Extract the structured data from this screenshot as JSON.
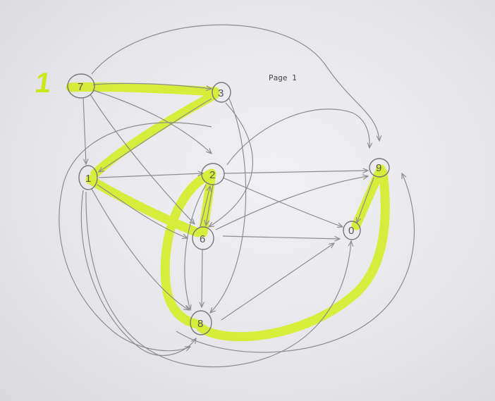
{
  "page_label": "Page 1",
  "highlight_label": "1",
  "colors": {
    "paper": "#ececef",
    "pencil": "#8e8e8e",
    "highlighter": "#d4ee1c"
  },
  "nodes": [
    {
      "id": "n7",
      "label": "7"
    },
    {
      "id": "n3",
      "label": "3"
    },
    {
      "id": "n1",
      "label": "1"
    },
    {
      "id": "n2",
      "label": "2"
    },
    {
      "id": "n6",
      "label": "6"
    },
    {
      "id": "n8",
      "label": "8"
    },
    {
      "id": "n9",
      "label": "9"
    },
    {
      "id": "n0",
      "label": "0"
    }
  ],
  "edges": [
    [
      "7",
      "3"
    ],
    [
      "7",
      "1"
    ],
    [
      "7",
      "2"
    ],
    [
      "7",
      "6"
    ],
    [
      "7",
      "9"
    ],
    [
      "3",
      "1"
    ],
    [
      "3",
      "6"
    ],
    [
      "3",
      "8"
    ],
    [
      "1",
      "2"
    ],
    [
      "1",
      "6"
    ],
    [
      "1",
      "8"
    ],
    [
      "1",
      "0"
    ],
    [
      "2",
      "9"
    ],
    [
      "2",
      "0"
    ],
    [
      "2",
      "6"
    ],
    [
      "2",
      "8"
    ],
    [
      "6",
      "2"
    ],
    [
      "6",
      "8"
    ],
    [
      "6",
      "0"
    ],
    [
      "6",
      "9"
    ],
    [
      "8",
      "0"
    ],
    [
      "8",
      "9"
    ],
    [
      "9",
      "0"
    ]
  ],
  "highlighted_path": [
    "7",
    "3",
    "1",
    "6",
    "2",
    "8",
    "9",
    "0"
  ]
}
